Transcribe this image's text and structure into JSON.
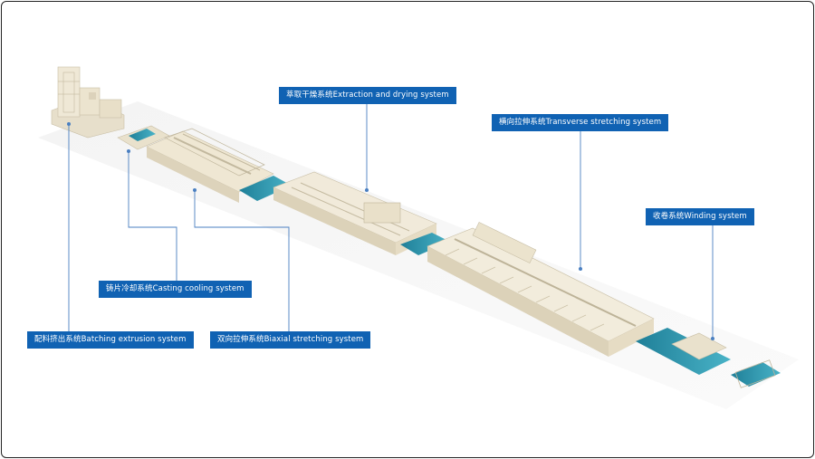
{
  "labels": {
    "extraction": "萃取干燥系统Extraction and drying system",
    "transverse": "横向拉伸系统Transverse stretching system",
    "winding": "收卷系统Winding system",
    "casting": "铸片冷却系统Casting cooling system",
    "batching": "配料挤出系统Batching extrusion system",
    "biaxial": "双向拉伸系统Biaxial stretching system"
  },
  "colors": {
    "label_bg": "#1062b3",
    "leader_line": "#4a7fc1",
    "machine_body": "#efe7d3",
    "machine_shadow": "#d9cfb8",
    "film": "#2a8fa6"
  }
}
